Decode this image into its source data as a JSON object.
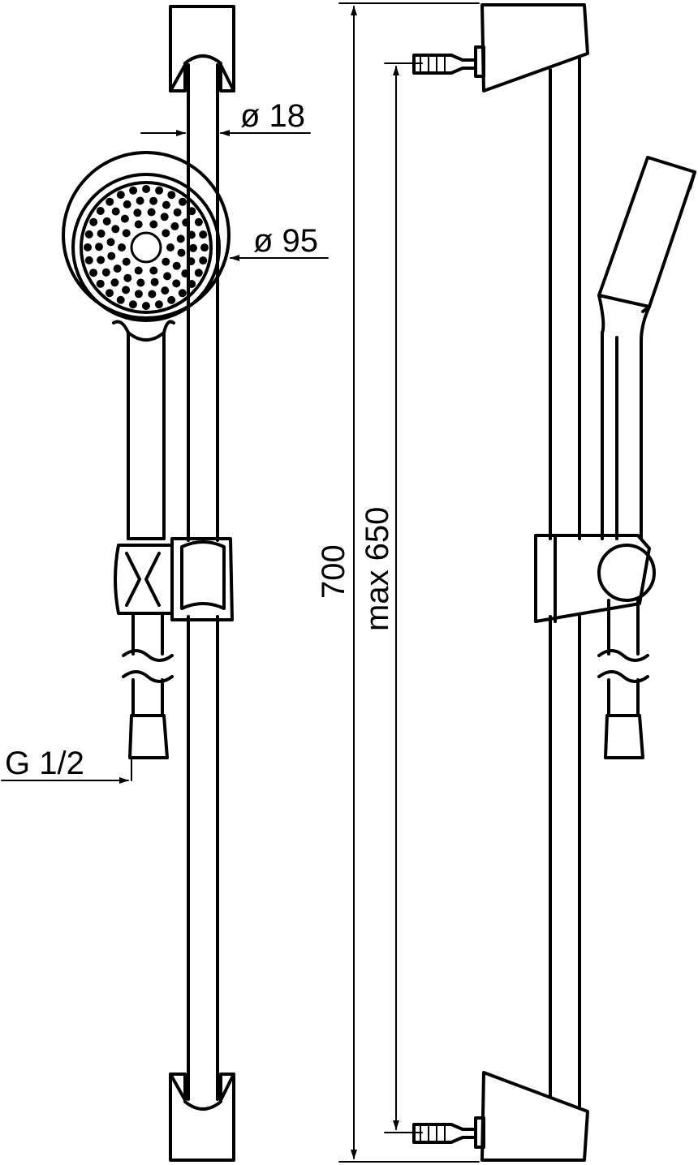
{
  "colors": {
    "line": "#000000",
    "background": "#ffffff"
  },
  "dimensions": {
    "rail_diameter": "ø 18",
    "head_diameter": "ø 95",
    "thread": "G 1/2",
    "total_length": "700",
    "adjust_range": "max 650"
  }
}
